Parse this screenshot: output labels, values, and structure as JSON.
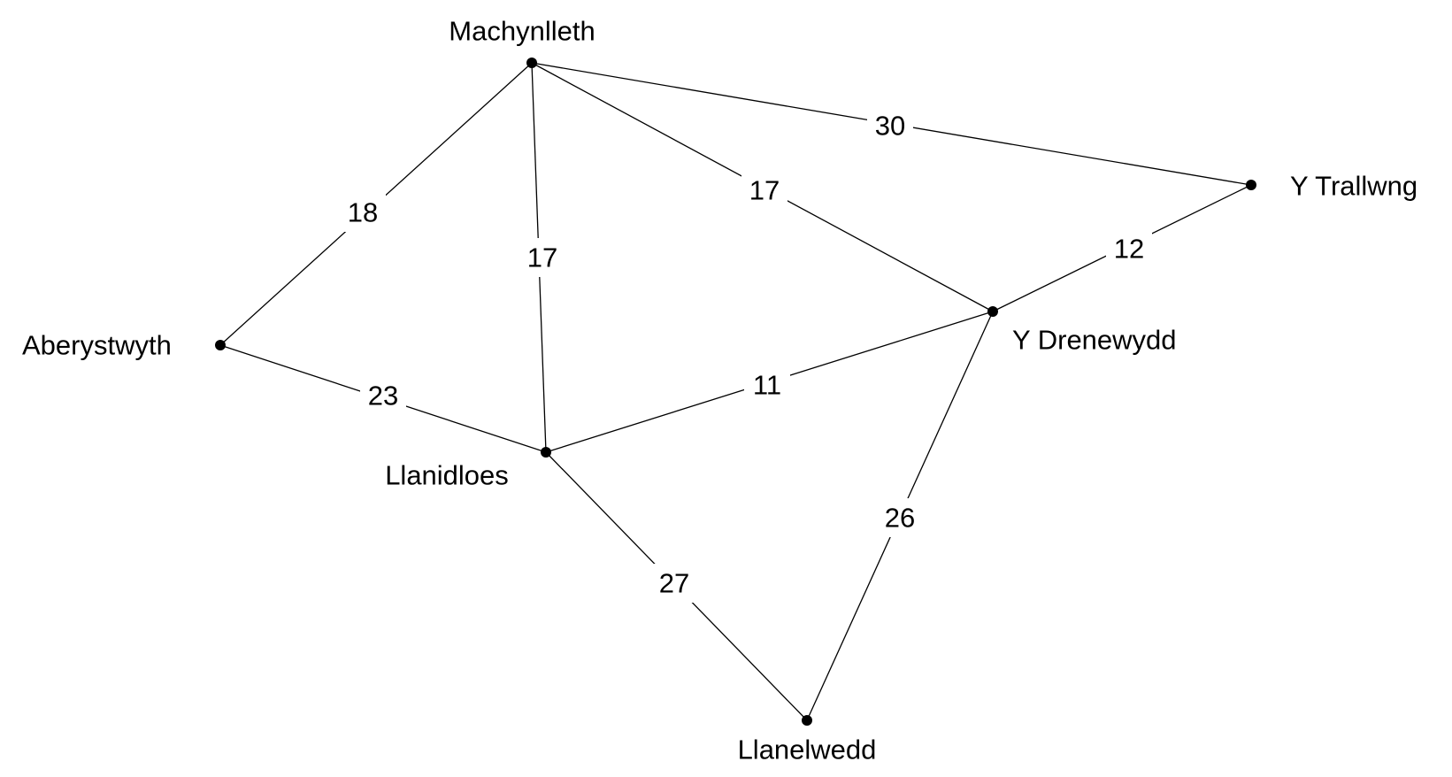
{
  "nodes": [
    {
      "id": "machynlleth",
      "label": "Machynlleth"
    },
    {
      "id": "y-trallwng",
      "label": "Y Trallwng"
    },
    {
      "id": "aberystwyth",
      "label": "Aberystwyth"
    },
    {
      "id": "y-drenewydd",
      "label": "Y Drenewydd"
    },
    {
      "id": "llanidloes",
      "label": "Llanidloes"
    },
    {
      "id": "llanelwedd",
      "label": "Llanelwedd"
    }
  ],
  "edges": [
    {
      "from": "machynlleth",
      "to": "y-trallwng",
      "weight": "30"
    },
    {
      "from": "machynlleth",
      "to": "aberystwyth",
      "weight": "18"
    },
    {
      "from": "machynlleth",
      "to": "llanidloes",
      "weight": "17"
    },
    {
      "from": "machynlleth",
      "to": "y-drenewydd",
      "weight": "17"
    },
    {
      "from": "y-trallwng",
      "to": "y-drenewydd",
      "weight": "12"
    },
    {
      "from": "aberystwyth",
      "to": "llanidloes",
      "weight": "23"
    },
    {
      "from": "llanidloes",
      "to": "y-drenewydd",
      "weight": "11"
    },
    {
      "from": "llanidloes",
      "to": "llanelwedd",
      "weight": "27"
    },
    {
      "from": "y-drenewydd",
      "to": "llanelwedd",
      "weight": "26"
    }
  ]
}
